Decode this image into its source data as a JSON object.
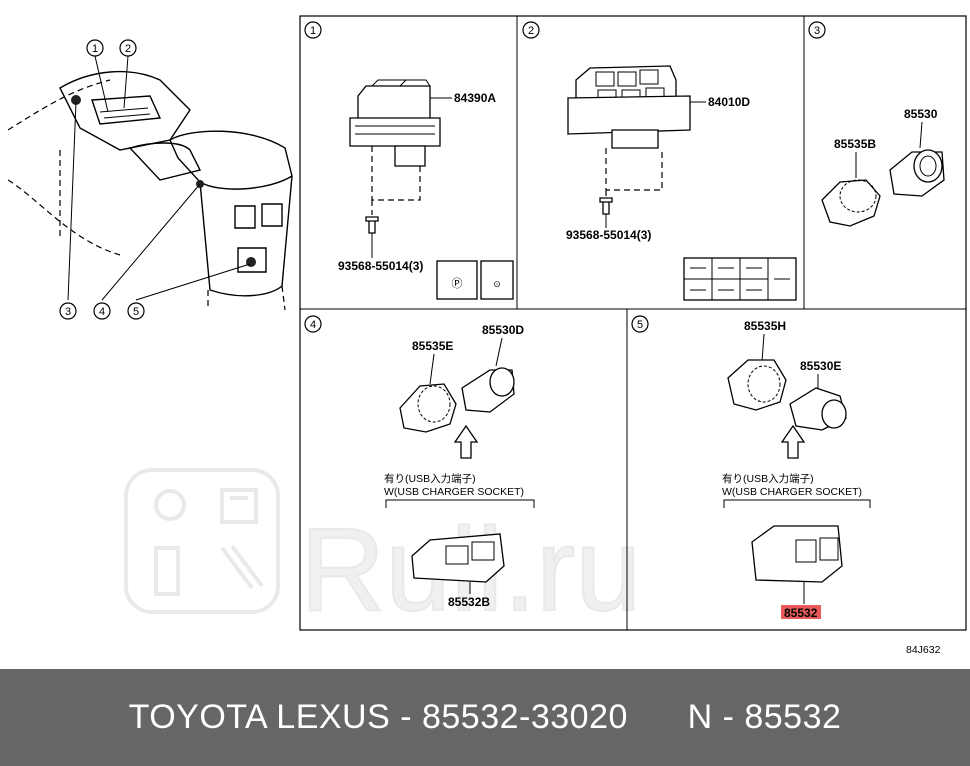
{
  "panels": [
    {
      "num": "1",
      "labels": [
        "84390A",
        "93568-55014(3)"
      ]
    },
    {
      "num": "2",
      "labels": [
        "84010D",
        "93568-55014(3)"
      ]
    },
    {
      "num": "3",
      "labels": [
        "85535B",
        "85530"
      ]
    },
    {
      "num": "4",
      "labels": [
        "85535E",
        "85530D",
        "85532B"
      ],
      "note_jp": "有り(USB入力端子)",
      "note_en": "W(USB CHARGER SOCKET)"
    },
    {
      "num": "5",
      "labels": [
        "85535H",
        "85530E",
        "85532"
      ],
      "note_jp": "有り(USB入力端子)",
      "note_en": "W(USB CHARGER SOCKET)"
    }
  ],
  "overview_callouts": [
    "1",
    "2",
    "3",
    "4",
    "5"
  ],
  "highlight_label": "85532",
  "diagram_code": "84J632",
  "watermark": "Ruli.ru",
  "footer": {
    "left": "TOYOTA LEXUS - 85532-33020",
    "right": "N - 85532"
  },
  "colors": {
    "footer_bg": "#666666",
    "highlight": "#e85a5a",
    "watermark": "#e8e8e8"
  }
}
